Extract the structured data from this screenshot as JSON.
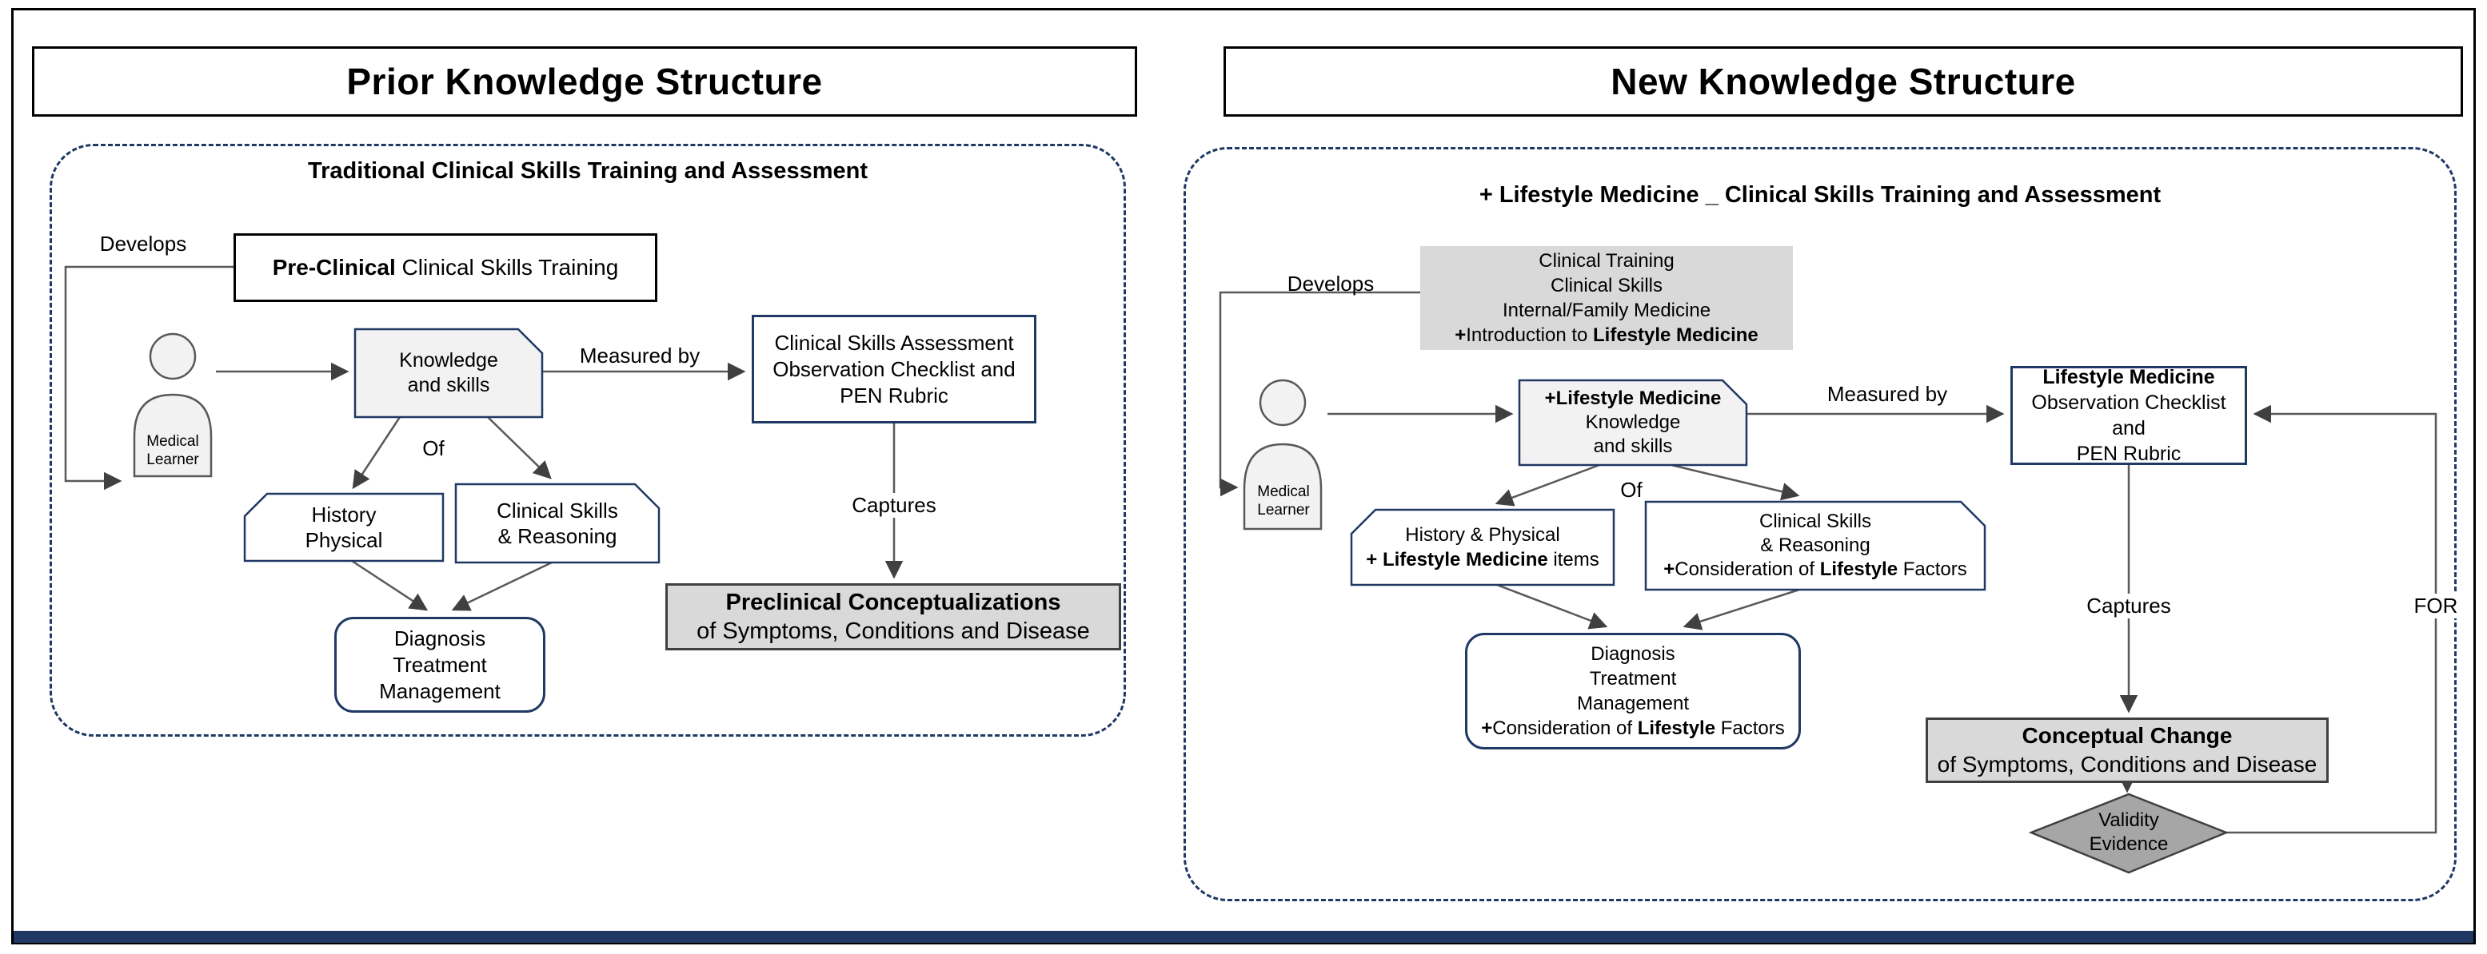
{
  "colors": {
    "border_navy": "#1f3864",
    "shape_fill_gray": "#f2f2f2",
    "highlight_gray": "#d9d9d9",
    "diamond_gray": "#a6a6a6",
    "connector_gray": "#595959",
    "frame_black": "#000000"
  },
  "left": {
    "panel_title": "Prior Knowledge Structure",
    "section_title": "Traditional Clinical Skills Training and Assessment",
    "develops": "Develops",
    "preclinical_bold": "Pre-Clinical",
    "preclinical_rest": " Clinical Skills Training",
    "learner_l1": "Medical",
    "learner_l2": "Learner",
    "knowledge_l1": "Knowledge",
    "knowledge_l2": "and skills",
    "measured_by": "Measured by",
    "assessment_l1": "Clinical Skills Assessment",
    "assessment_l2": "Observation Checklist and",
    "assessment_l3": "PEN Rubric",
    "of": "Of",
    "history_l1": "History",
    "history_l2": "Physical",
    "skills_l1": "Clinical Skills",
    "skills_l2": "& Reasoning",
    "diagnosis_l1": "Diagnosis",
    "diagnosis_l2": "Treatment",
    "diagnosis_l3": "Management",
    "captures": "Captures",
    "concept_bold": "Preclinical Conceptualizations",
    "concept_rest": "of Symptoms, Conditions and Disease"
  },
  "right": {
    "panel_title": "New Knowledge Structure",
    "section_title": "+ Lifestyle Medicine _ Clinical Skills Training and Assessment",
    "develops": "Develops",
    "training_l1": "Clinical Training",
    "training_l2": "Clinical Skills",
    "training_l3": "Internal/Family Medicine",
    "training_l4_plus": "+",
    "training_l4_text": "Introduction to ",
    "training_l4_bold": "Lifestyle Medicine",
    "learner_l1": "Medical",
    "learner_l2": "Learner",
    "knowledge_l1": "+Lifestyle Medicine",
    "knowledge_l2": "Knowledge",
    "knowledge_l3": "and skills",
    "measured_by": "Measured by",
    "assessment_l1": "Lifestyle Medicine",
    "assessment_l2": "Observation Checklist and",
    "assessment_l3": "PEN Rubric",
    "of": "Of",
    "history_l1": "History & Physical",
    "history_l2_bold": "+ Lifestyle Medicine",
    "history_l2_rest": " items",
    "skills_l1": "Clinical Skills",
    "skills_l2": "& Reasoning",
    "skills_l3_plus": "+",
    "skills_l3_text": "Consideration of ",
    "skills_l3_bold": "Lifestyle",
    "skills_l3_rest": " Factors",
    "diagnosis_l1": "Diagnosis",
    "diagnosis_l2": "Treatment",
    "diagnosis_l3": "Management",
    "diagnosis_l4_plus": "+",
    "diagnosis_l4_text": "Consideration of ",
    "diagnosis_l4_bold": "Lifestyle",
    "diagnosis_l4_rest": " Factors",
    "captures": "Captures",
    "for": "FOR",
    "concept_bold": "Conceptual Change",
    "concept_rest": "of Symptoms, Conditions and Disease",
    "validity_l1": "Validity",
    "validity_l2": "Evidence"
  }
}
